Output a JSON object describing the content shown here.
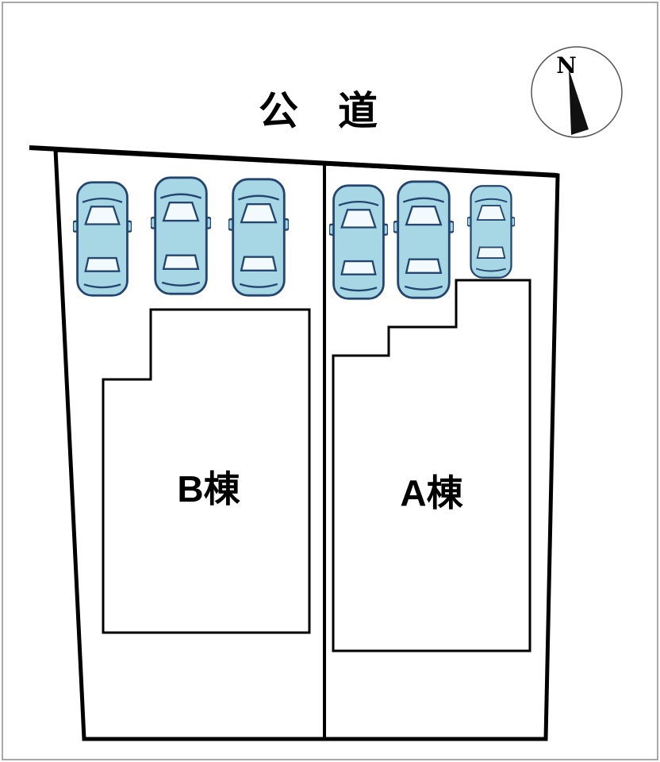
{
  "road": {
    "label": "公　道"
  },
  "compass": {
    "label": "N"
  },
  "buildings": [
    {
      "label": "B棟"
    },
    {
      "label": "A棟"
    }
  ],
  "parking": {
    "total_cars": 6,
    "lots": [
      {
        "building": "B棟",
        "cars": 3
      },
      {
        "building": "A棟",
        "cars": 3
      }
    ]
  },
  "colors": {
    "bg": "#ffffff",
    "frame": "#a8a8a8",
    "line": "#000000",
    "text": "#000000",
    "car_fill": "#a7d7e5",
    "car_outline": "#23456f",
    "glass": "#f2fafd",
    "needle": "#111111"
  }
}
